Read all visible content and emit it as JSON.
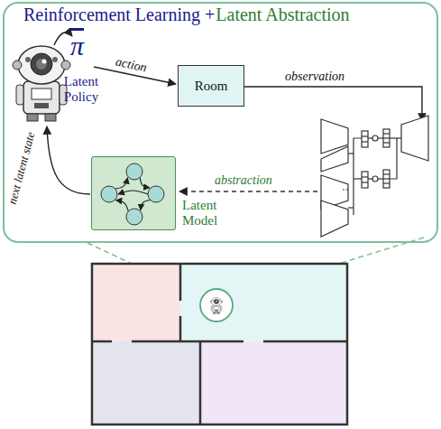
{
  "diagram": {
    "nodes": [
      {
        "text": [
          "Room"
        ]
      },
      {
        "text": [
          "Latent Model"
        ]
      }
    ],
    "labels": [
      "Reinforcement Learning +",
      "Latent Abstraction",
      "π",
      "Latent Policy",
      "action",
      "observation",
      "abstraction",
      "next latent state"
    ]
  }
}
